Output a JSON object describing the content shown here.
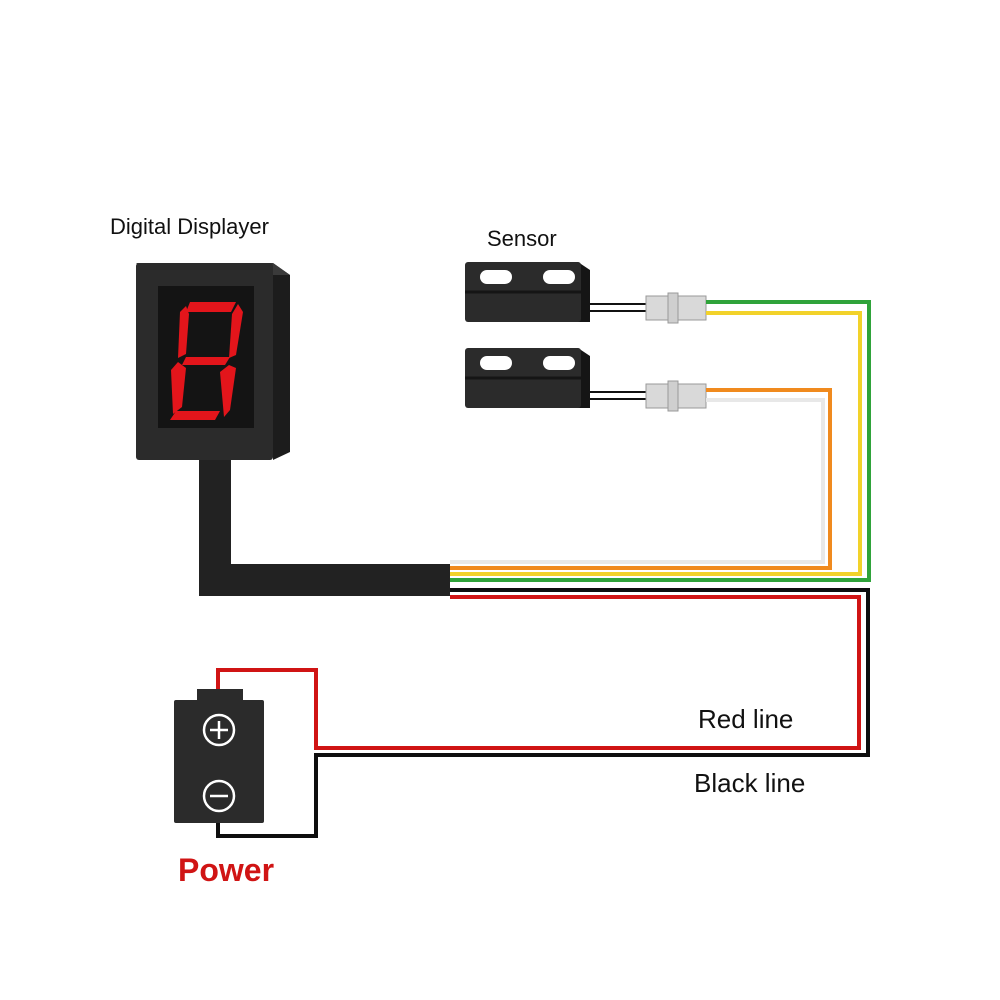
{
  "labels": {
    "digital_displayer": "Digital Displayer",
    "sensor": "Sensor",
    "red_line": "Red line",
    "black_line": "Black line",
    "power": "Power"
  },
  "display": {
    "digit": "8",
    "segment_color": "#e3151b"
  },
  "colors": {
    "wire_red": "#d01414",
    "wire_black": "#0e0e0e",
    "wire_green": "#2fa33a",
    "wire_yellow": "#f2d22a",
    "wire_orange": "#f08a1e",
    "wire_white": "#e8e8e8",
    "power_text": "#d01414",
    "device_body": "#2b2b2b"
  },
  "icons": {
    "battery_positive": "plus-icon",
    "battery_negative": "minus-icon"
  }
}
